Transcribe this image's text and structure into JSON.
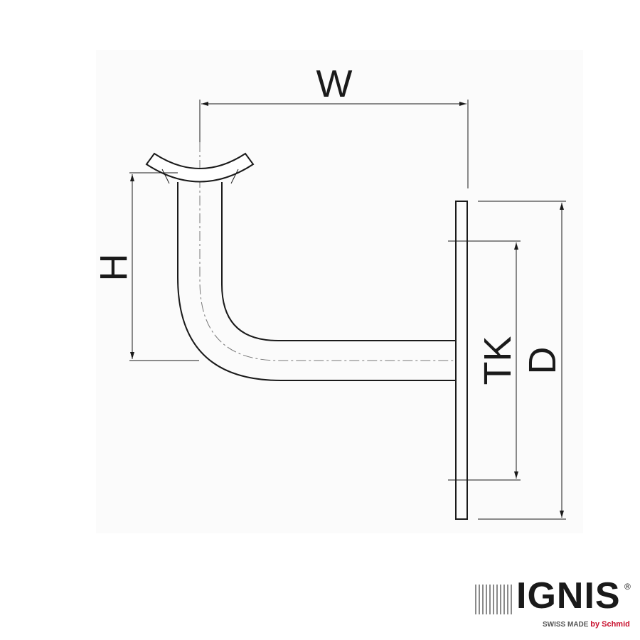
{
  "labels": {
    "width": "W",
    "height": "H",
    "bolt_circle": "TK",
    "diameter": "D"
  },
  "logo": {
    "name": "IGNIS",
    "registered": "®",
    "tagline_prefix": "SWISS MADE",
    "tagline_by": "by Schmid"
  },
  "colors": {
    "line": "#1a1a1a",
    "background": "#ffffff",
    "logo_accent": "#c8102e"
  }
}
